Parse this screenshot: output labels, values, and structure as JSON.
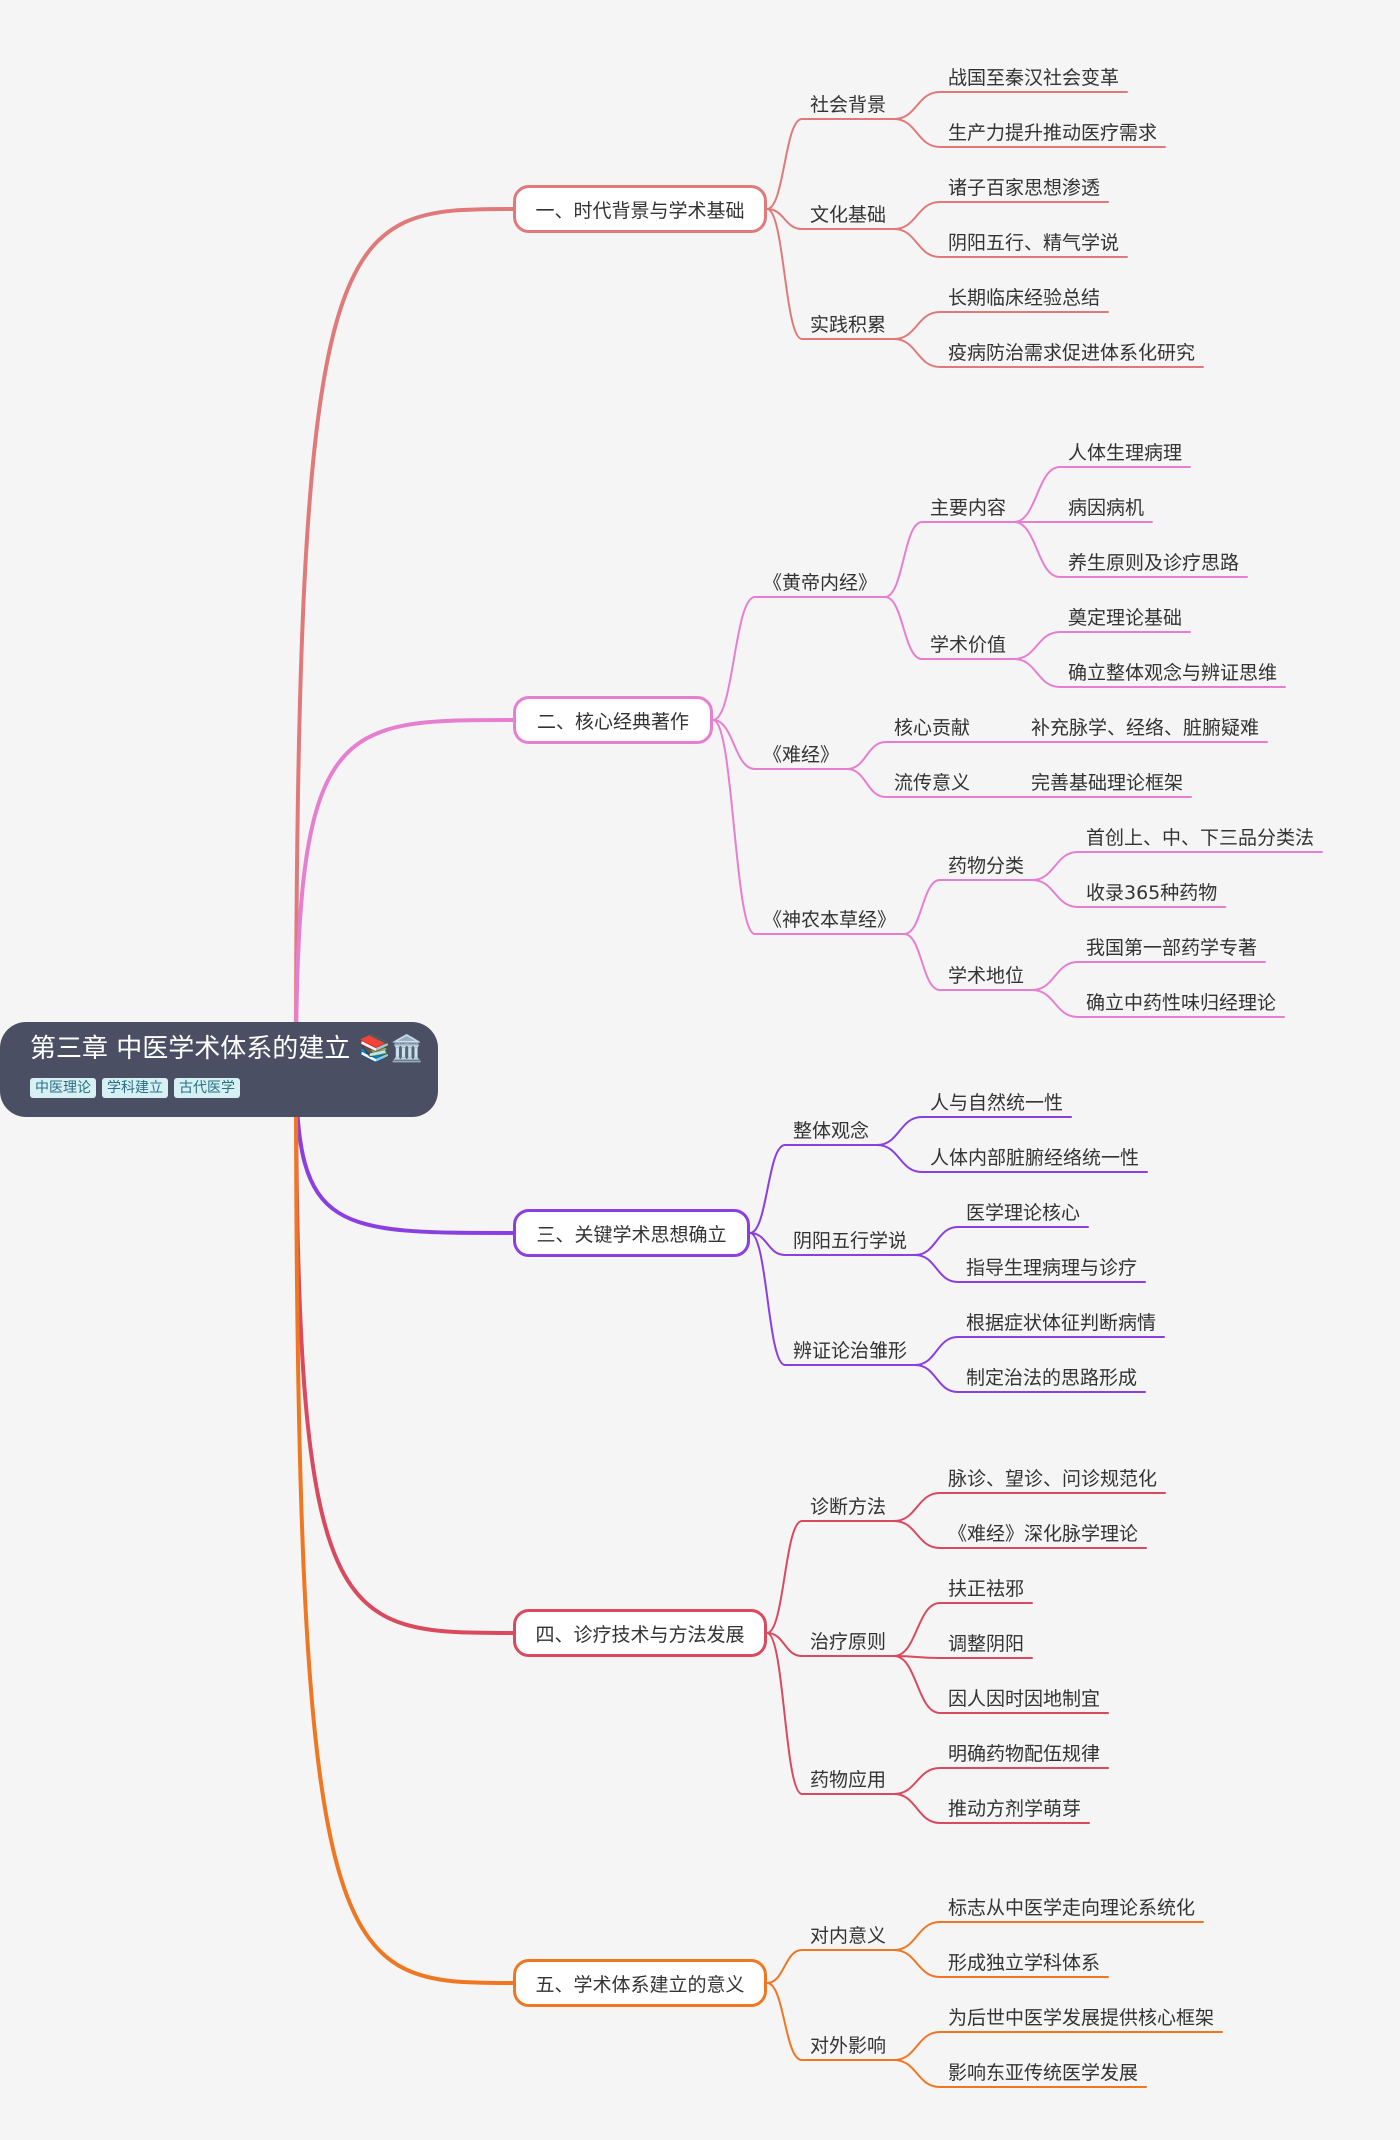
{
  "root": {
    "title": "第三章 中医学术体系的建立 📚🏛️",
    "tags": [
      "中医理论",
      "学科建立",
      "古代医学"
    ]
  },
  "branches": [
    {
      "label": "一、时代背景与学术基础",
      "color": "#e07a7a",
      "children": [
        {
          "label": "社会背景",
          "children": [
            {
              "label": "战国至秦汉社会变革"
            },
            {
              "label": "生产力提升推动医疗需求"
            }
          ]
        },
        {
          "label": "文化基础",
          "children": [
            {
              "label": "诸子百家思想渗透"
            },
            {
              "label": "阴阳五行、精气学说"
            }
          ]
        },
        {
          "label": "实践积累",
          "children": [
            {
              "label": "长期临床经验总结"
            },
            {
              "label": "疫病防治需求促进体系化研究"
            }
          ]
        }
      ]
    },
    {
      "label": "二、核心经典著作",
      "color": "#e67fd0",
      "children": [
        {
          "label": "《黄帝内经》",
          "children": [
            {
              "label": "主要内容",
              "children": [
                {
                  "label": "人体生理病理"
                },
                {
                  "label": "病因病机"
                },
                {
                  "label": "养生原则及诊疗思路"
                }
              ]
            },
            {
              "label": "学术价值",
              "children": [
                {
                  "label": "奠定理论基础"
                },
                {
                  "label": "确立整体观念与辨证思维"
                }
              ]
            }
          ]
        },
        {
          "label": "《难经》",
          "children": [
            {
              "label": "核心贡献",
              "children": [
                {
                  "label": "补充脉学、经络、脏腑疑难"
                }
              ]
            },
            {
              "label": "流传意义",
              "children": [
                {
                  "label": "完善基础理论框架"
                }
              ]
            }
          ]
        },
        {
          "label": "《神农本草经》",
          "children": [
            {
              "label": "药物分类",
              "children": [
                {
                  "label": "首创上、中、下三品分类法"
                },
                {
                  "label": "收录365种药物"
                }
              ]
            },
            {
              "label": "学术地位",
              "children": [
                {
                  "label": "我国第一部药学专著"
                },
                {
                  "label": "确立中药性味归经理论"
                }
              ]
            }
          ]
        }
      ]
    },
    {
      "label": "三、关键学术思想确立",
      "color": "#8a3fe0",
      "children": [
        {
          "label": "整体观念",
          "children": [
            {
              "label": "人与自然统一性"
            },
            {
              "label": "人体内部脏腑经络统一性"
            }
          ]
        },
        {
          "label": "阴阳五行学说",
          "children": [
            {
              "label": "医学理论核心"
            },
            {
              "label": "指导生理病理与诊疗"
            }
          ]
        },
        {
          "label": "辨证论治雏形",
          "children": [
            {
              "label": "根据症状体征判断病情"
            },
            {
              "label": "制定治法的思路形成"
            }
          ]
        }
      ]
    },
    {
      "label": "四、诊疗技术与方法发展",
      "color": "#d94a5e",
      "children": [
        {
          "label": "诊断方法",
          "children": [
            {
              "label": "脉诊、望诊、问诊规范化"
            },
            {
              "label": "《难经》深化脉学理论"
            }
          ]
        },
        {
          "label": "治疗原则",
          "children": [
            {
              "label": "扶正祛邪"
            },
            {
              "label": "调整阴阳"
            },
            {
              "label": "因人因时因地制宜"
            }
          ]
        },
        {
          "label": "药物应用",
          "children": [
            {
              "label": "明确药物配伍规律"
            },
            {
              "label": "推动方剂学萌芽"
            }
          ]
        }
      ]
    },
    {
      "label": "五、学术体系建立的意义",
      "color": "#f07722",
      "children": [
        {
          "label": "对内意义",
          "children": [
            {
              "label": "标志从中医学走向理论系统化"
            },
            {
              "label": "形成独立学科体系"
            }
          ]
        },
        {
          "label": "对外影响",
          "children": [
            {
              "label": "为后世中医学发展提供核心框架"
            },
            {
              "label": "影响东亚传统医学发展"
            }
          ]
        }
      ]
    }
  ]
}
